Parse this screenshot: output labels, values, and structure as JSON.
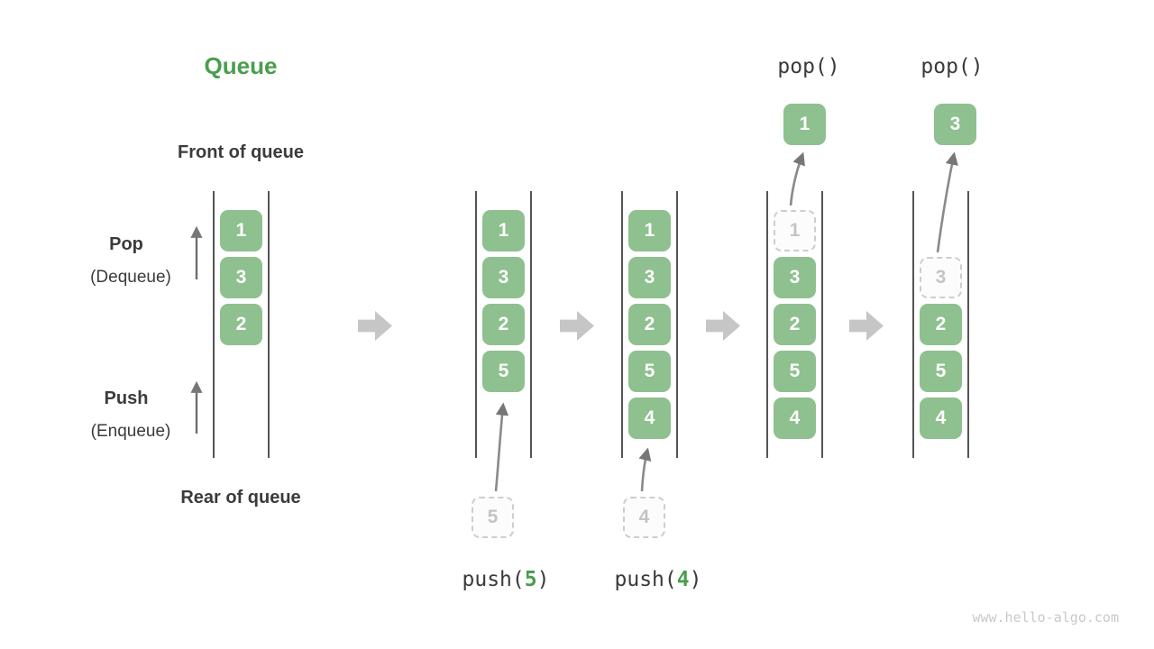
{
  "title": "Queue",
  "watermark": "www.hello-algo.com",
  "colors": {
    "accent_green": "#4a9d4e",
    "box_green": "#8fc08f",
    "ghost_gray": "#c4c4c4",
    "flow_arrow_gray": "#c6c6c6",
    "text_dark": "#3b3b3b"
  },
  "side_labels": {
    "front": "Front of queue",
    "rear": "Rear of queue",
    "pop_name": "Pop",
    "pop_alias": "(Dequeue)",
    "push_name": "Push",
    "push_alias": "(Enqueue)"
  },
  "states": [
    {
      "cells": [
        {
          "value": "1",
          "kind": "solid"
        },
        {
          "value": "3",
          "kind": "solid"
        },
        {
          "value": "2",
          "kind": "solid"
        }
      ]
    },
    {
      "cells": [
        {
          "value": "1",
          "kind": "solid"
        },
        {
          "value": "3",
          "kind": "solid"
        },
        {
          "value": "2",
          "kind": "solid"
        },
        {
          "value": "5",
          "kind": "solid"
        }
      ]
    },
    {
      "cells": [
        {
          "value": "1",
          "kind": "solid"
        },
        {
          "value": "3",
          "kind": "solid"
        },
        {
          "value": "2",
          "kind": "solid"
        },
        {
          "value": "5",
          "kind": "solid"
        },
        {
          "value": "4",
          "kind": "solid"
        }
      ]
    },
    {
      "cells": [
        {
          "value": "1",
          "kind": "ghost"
        },
        {
          "value": "3",
          "kind": "solid"
        },
        {
          "value": "2",
          "kind": "solid"
        },
        {
          "value": "5",
          "kind": "solid"
        },
        {
          "value": "4",
          "kind": "solid"
        }
      ]
    },
    {
      "cells": [
        {
          "value": "3",
          "kind": "ghost"
        },
        {
          "value": "2",
          "kind": "solid"
        },
        {
          "value": "5",
          "kind": "solid"
        },
        {
          "value": "4",
          "kind": "solid"
        }
      ]
    }
  ],
  "operations": {
    "push5": {
      "pre": "push(",
      "arg": "5",
      "post": ")",
      "staged": "5"
    },
    "push4": {
      "pre": "push(",
      "arg": "4",
      "post": ")",
      "staged": "4"
    },
    "pop1": {
      "label": "pop()",
      "result": "1"
    },
    "pop2": {
      "label": "pop()",
      "result": "3"
    }
  }
}
